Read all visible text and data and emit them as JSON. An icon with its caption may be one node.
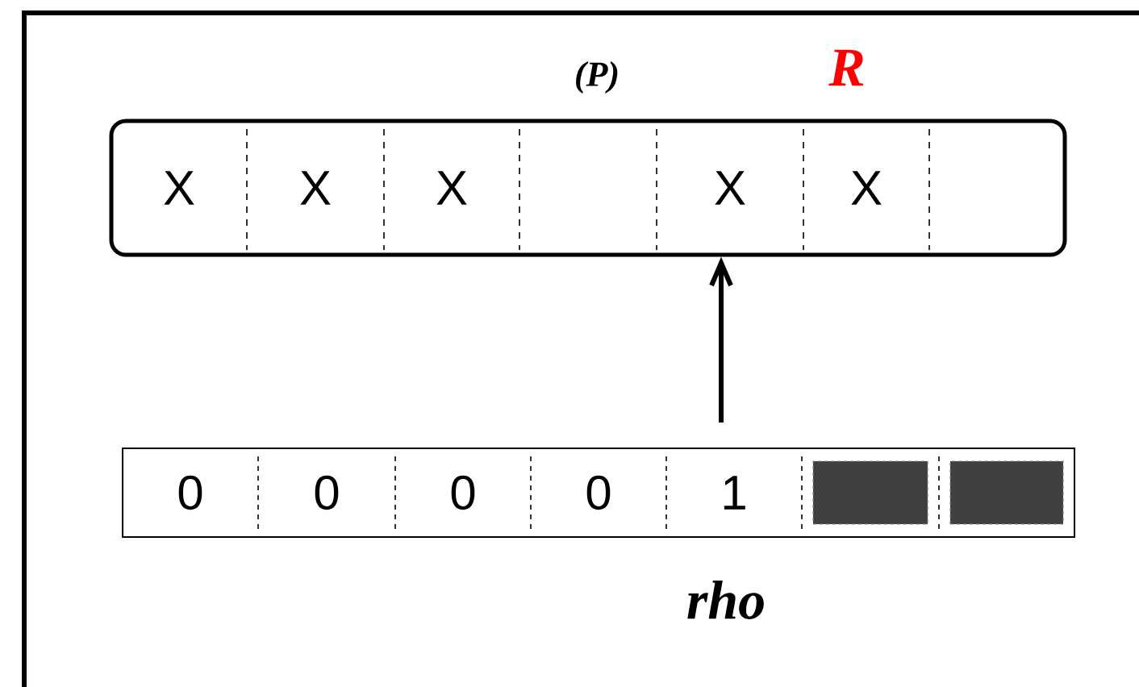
{
  "diagram": {
    "nodes": [
      {
        "text": [],
        "shape": "box"
      },
      {
        "text": [
          "X"
        ],
        "in": 0
      },
      {
        "text": [
          "X"
        ],
        "in": 0
      },
      {
        "text": [
          "X"
        ],
        "in": 0
      },
      {
        "text": [
          "X"
        ],
        "in": 0
      },
      {
        "text": [
          "X"
        ],
        "in": 0,
        "beside": [
          "R"
        ]
      },
      {
        "text": [],
        "shape": "box"
      },
      {
        "text": [
          "0"
        ],
        "in": 6
      },
      {
        "text": [
          "0"
        ],
        "in": 6
      },
      {
        "text": [
          "0"
        ],
        "in": 6
      },
      {
        "text": [
          "0"
        ],
        "in": 6
      },
      {
        "text": [
          "1"
        ],
        "in": 6,
        "beside": [
          "rho"
        ]
      },
      {
        "text": [],
        "shape": "block",
        "in": 6
      },
      {
        "text": [],
        "shape": "block",
        "in": 6
      }
    ],
    "edges": [
      {
        "from": null,
        "to": 4,
        "arrow": "to"
      }
    ],
    "labels": [
      "(P)"
    ]
  }
}
